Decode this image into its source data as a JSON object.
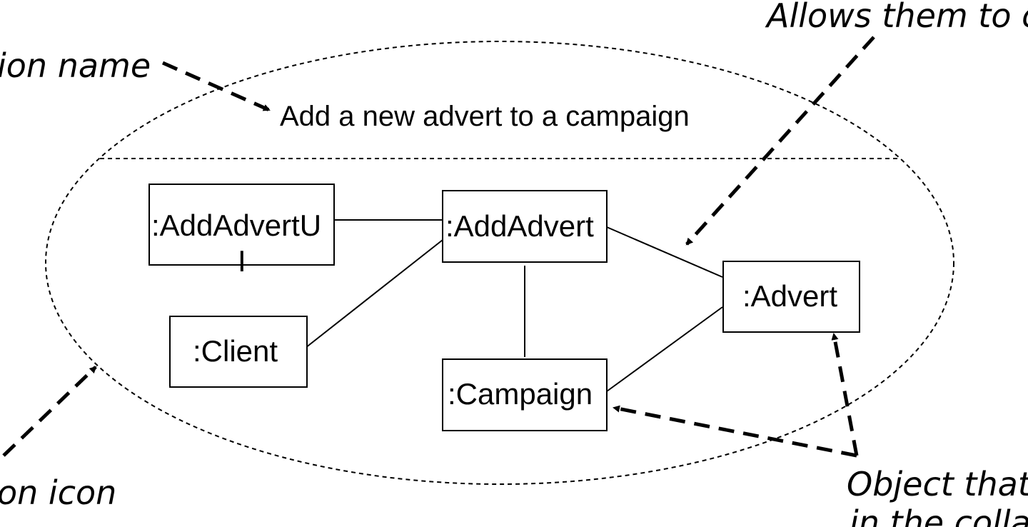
{
  "annotations": {
    "collaboration_name": "ion name",
    "interaction_purpose": "Allows them to c",
    "collaboration_icon": "on icon",
    "participating_objects_line1": "Object that",
    "participating_objects_line2": "in the colla"
  },
  "collaboration": {
    "title": "Add a new advert to a campaign"
  },
  "objects": {
    "add_advert_ui": ":AddAdvertU",
    "add_advert_ui_cont": "I",
    "add_advert": ":AddAdvert",
    "advert": ":Advert",
    "client": ":Client",
    "campaign": ":Campaign"
  },
  "colors": {
    "stroke": "#000000",
    "background": "#ffffff"
  }
}
